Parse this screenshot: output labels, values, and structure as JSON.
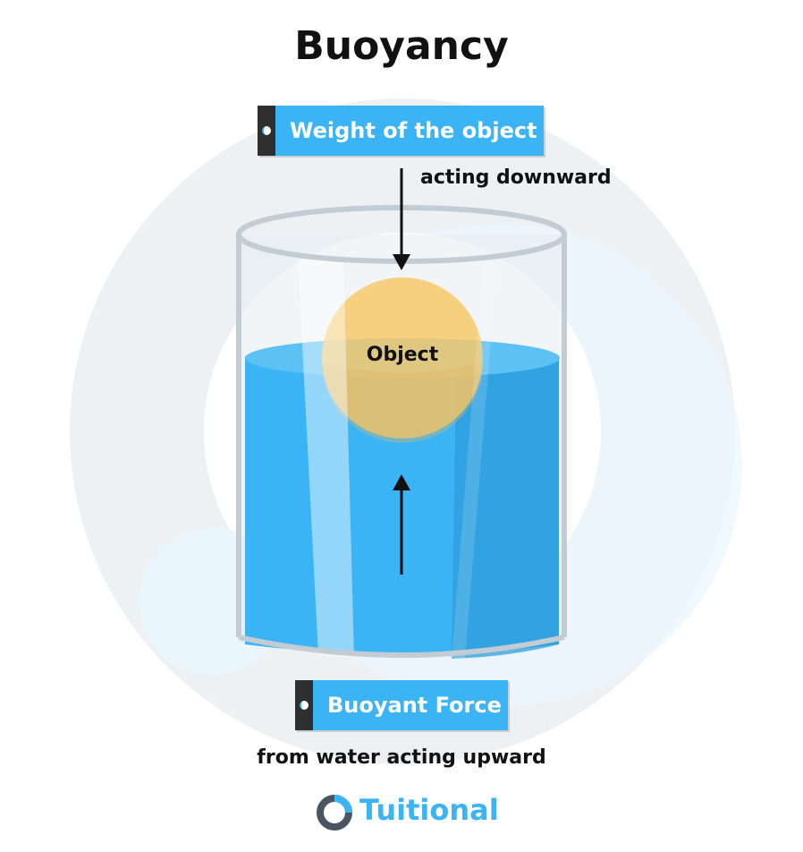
{
  "title": "Buoyancy",
  "weight_label": "Weight of the object",
  "weight_note": "acting downward",
  "object_label": "Object",
  "buoyant_label": "Buoyant Force",
  "buoyant_note": "from water acting upward",
  "brand": "Tuitional",
  "colors": {
    "accent": "#3bb4f6",
    "water": "#3bb4f6",
    "water_shade": "#2f9ddb",
    "object": "#f7c86a",
    "tag_stub": "#2f2f2f",
    "background_ring": "#eef1f4"
  }
}
